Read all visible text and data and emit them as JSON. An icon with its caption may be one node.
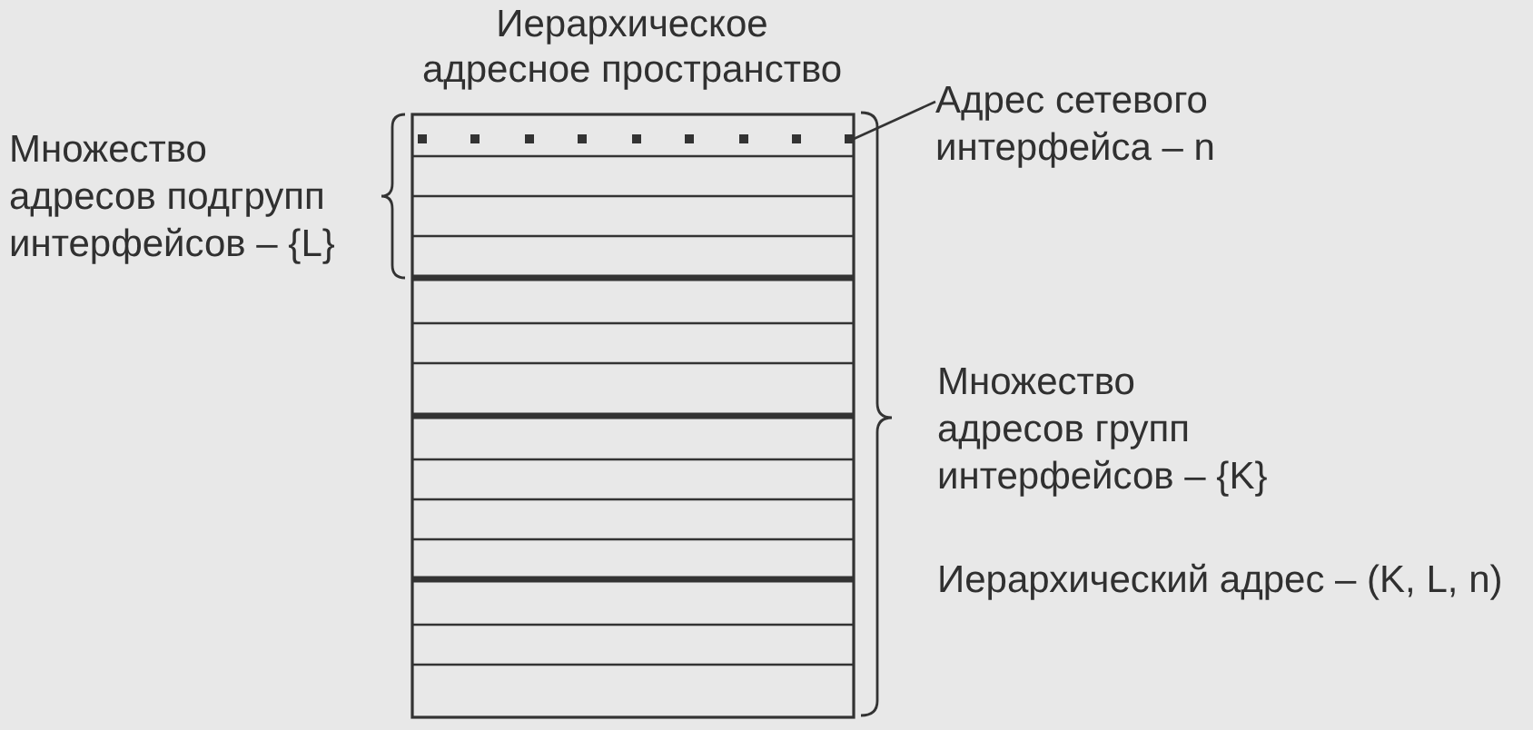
{
  "diagram": {
    "title": "Иерархическое адресное пространство",
    "nodes": [
      {
        "text": [
          "Адрес сетевого интерфейса – n"
        ]
      },
      {
        "text": [],
        "shape": "square"
      }
    ],
    "edges": [
      {
        "from": 0,
        "to": 1,
        "arrow": "none"
      }
    ],
    "labels": [
      "Множество адресов подгрупп интерфейсов – {L}",
      "Множество адресов групп интерфейсов – {K}",
      "Иерархический адрес – (K, L, n)"
    ]
  }
}
